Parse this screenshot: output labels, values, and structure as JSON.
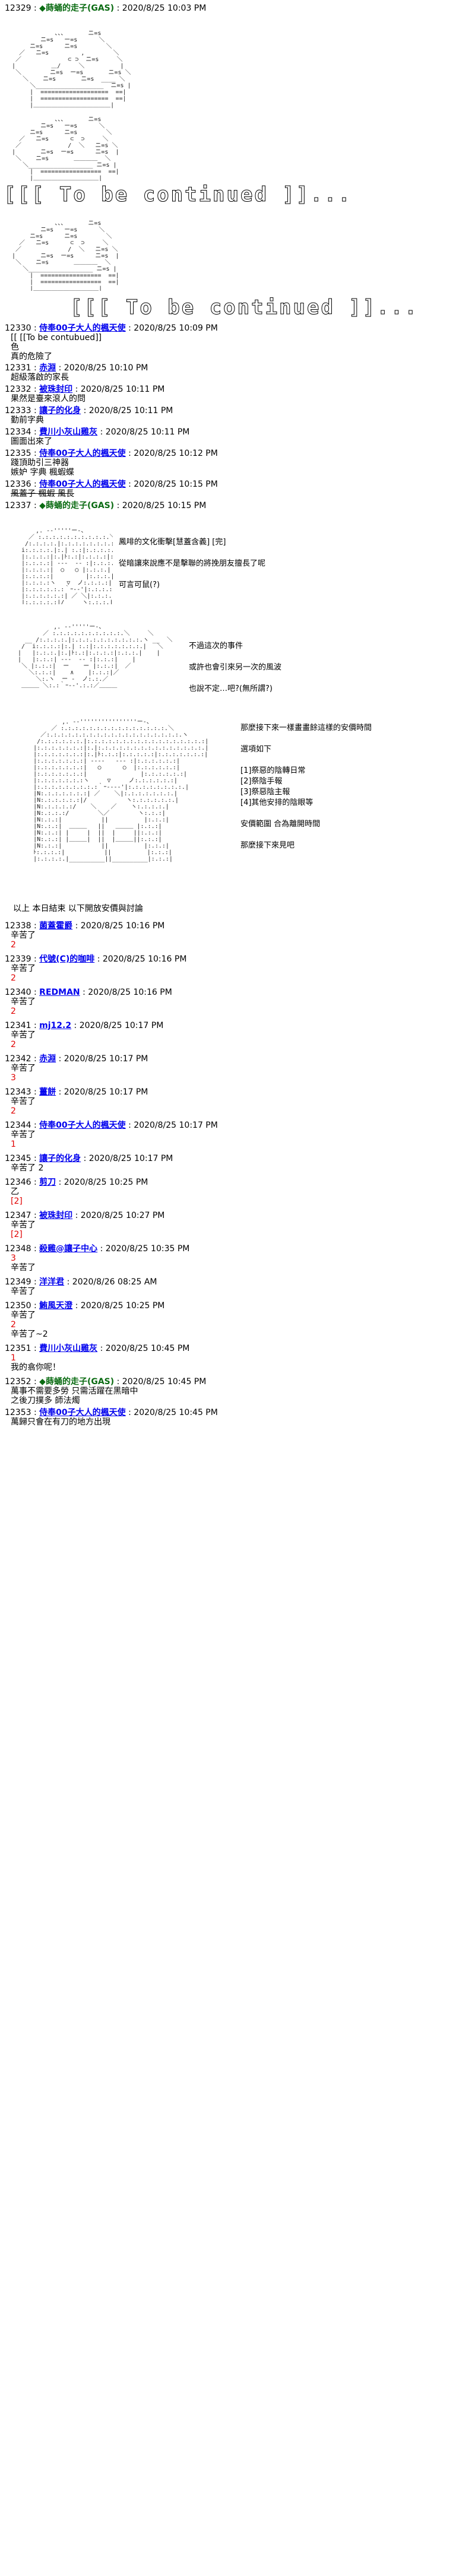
{
  "posts": [
    {
      "num": "12329",
      "name": "◆蒔蛹的走子(GAS)",
      "date": "2020/8/25 10:03 PM"
    },
    {
      "num": "12330",
      "name": "侍奉00子大人的楓天使",
      "date": "2020/8/25 10:09 PM",
      "lines": [
        "[[ [[To be contubued]]",
        "色",
        "真的危險了"
      ]
    },
    {
      "num": "12331",
      "name": "赤淵",
      "date": "2020/8/25 10:10 PM",
      "lines": [
        "超級落啟的家長"
      ]
    },
    {
      "num": "12332",
      "name": "被珠封印",
      "date": "2020/8/25 10:11 PM",
      "lines": [
        "果然是臺來滾人的問"
      ]
    },
    {
      "num": "12333",
      "name": "讓子的化身",
      "date": "2020/8/25 10:11 PM",
      "lines": [
        "勤前字典"
      ]
    },
    {
      "num": "12334",
      "name": "費川小灰山雞灰",
      "date": "2020/8/25 10:11 PM",
      "lines": [
        "圖面出來了"
      ]
    },
    {
      "num": "12335",
      "name": "侍奉00子大人的楓天使",
      "date": "2020/8/25 10:12 PM",
      "lines": [
        "踐頂助引三神器",
        "嫉妒 字典 楓蝦蝶"
      ]
    },
    {
      "num": "12336",
      "name": "侍奉00子大人的楓天使",
      "date": "2020/8/25 10:15 PM",
      "lines": [
        "風蓋子 楓蝦 風長"
      ]
    },
    {
      "num": "12337",
      "name": "◆蒔蛹的走子(GAS)",
      "date": "2020/8/25 10:15 PM"
    },
    {
      "num": "12338",
      "name": "菌蓋霍爵",
      "date": "2020/8/25 10:16 PM",
      "lines": [
        "辛苦了"
      ],
      "red": "2"
    },
    {
      "num": "12339",
      "name": "代號(C)的咖啡",
      "date": "2020/8/25 10:16 PM",
      "lines": [
        "辛苦了"
      ],
      "red": "2"
    },
    {
      "num": "12340",
      "name": "REDMAN",
      "date": "2020/8/25 10:16 PM",
      "lines": [
        "辛苦了"
      ],
      "red": "2"
    },
    {
      "num": "12341",
      "name": "mj12.2",
      "date": "2020/8/25 10:17 PM",
      "lines": [
        "辛苦了"
      ],
      "red": "2"
    },
    {
      "num": "12342",
      "name": "赤淵",
      "date": "2020/8/25 10:17 PM",
      "lines": [
        "辛苦了"
      ],
      "red": "3"
    },
    {
      "num": "12343",
      "name": "薑餅",
      "date": "2020/8/25 10:17 PM",
      "lines": [
        "辛苦了"
      ],
      "red": "2"
    },
    {
      "num": "12344",
      "name": "侍奉00子大人的楓天使",
      "date": "2020/8/25 10:17 PM",
      "lines": [
        "辛苦了"
      ],
      "red": "1"
    },
    {
      "num": "12345",
      "name": "讓子的化身",
      "date": "2020/8/25 10:17 PM",
      "lines": [
        "辛苦了 2"
      ]
    },
    {
      "num": "12346",
      "name": "剪刀",
      "date": "2020/8/25 10:25 PM",
      "lines": [
        "乙"
      ],
      "red": "[2]"
    },
    {
      "num": "12347",
      "name": "被珠封印",
      "date": "2020/8/25 10:27 PM",
      "lines": [
        "辛苦了"
      ],
      "red": "[2]"
    },
    {
      "num": "12348",
      "name": "殺雞@讓子中心",
      "date": "2020/8/25 10:35 PM",
      "lines": [],
      "red": "3",
      "after": "辛苦了"
    },
    {
      "num": "12349",
      "name": "洋洋君",
      "date": "2020/8/26 08:25 AM",
      "lines": [
        "辛苦了"
      ]
    },
    {
      "num": "12350",
      "name": "鮪風天澄",
      "date": "2020/8/25 10:25 PM",
      "lines": [
        "辛苦了"
      ],
      "red": "2"
    },
    {
      "num": "12350b",
      "name": "",
      "date": "",
      "lines": [
        "辛苦了~2"
      ]
    },
    {
      "num": "12351",
      "name": "費川小灰山雞灰",
      "date": "2020/8/25 10:45 PM",
      "lines": [],
      "red": "1",
      "after": "我的翕你呢！"
    },
    {
      "num": "12352",
      "name": "◆蒔蛹的走子(GAS)",
      "date": "2020/8/25 10:45 PM",
      "lines": [
        "萬事不需要多勞 只需活躍在黑暗中",
        "之後刀撲多 師法燭"
      ]
    },
    {
      "num": "12353",
      "name": "侍奉00子大人的楓天使",
      "date": "2020/8/25 10:45 PM",
      "lines": [
        "萬歸只會在有刀的地方出現"
      ]
    }
  ],
  "tbc_text": "[[[ To be continued ]]...",
  "side_texts": {
    "s1": "鳳啡的文化衝擊[慧蓋含義] [完]\n\n從暗讓來說應不是擊聯的將挽朋友擅長了呢\n\n可言可鼠(?)",
    "s2": "不過這次的事件\n\n或許也會引來另一次的風波\n\n也說不定…吧?(無所謂?)",
    "s3": "那麼接下來一樣畫畫餘這樣的安價時間\n\n選項如下\n\n[1]祭惡的陰轉日常\n[2]祭陰手報\n[3]祭惡陰主報\n[4]其他安排的陰眼等\n\n安價範圍 合為離開時間\n\n那麼接下來見吧"
  },
  "closing": "以上 本日結束 以下開放安價與討論"
}
